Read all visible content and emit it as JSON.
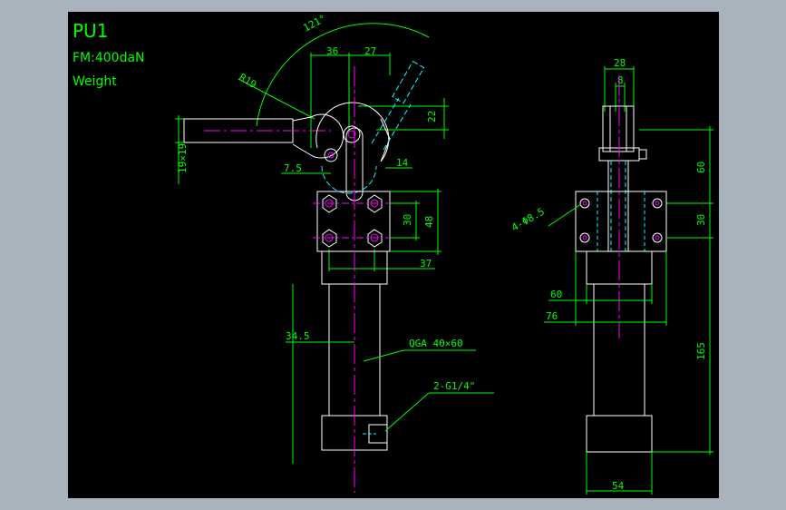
{
  "drawing": {
    "title": "PU1",
    "force_label": "FM:400daN",
    "weight_label": "Weight"
  },
  "front_view": {
    "dims": {
      "angle": "121°",
      "d36": "36",
      "d27": "27",
      "r19": "R19",
      "d22": "22",
      "handle": "19×19",
      "d7_5": "7.5",
      "d14": "14",
      "d30": "30",
      "d48": "48",
      "d37": "37",
      "d34_5": "34.5"
    },
    "callouts": {
      "cylinder": "QGA 40×60",
      "port": "2-G1/4\""
    }
  },
  "side_view": {
    "dims": {
      "d28": "28",
      "d8": "8",
      "d60_top": "60",
      "holes": "4-Φ8.5",
      "d30": "30",
      "d60": "60",
      "d76": "76",
      "d165": "165",
      "d54": "54"
    }
  },
  "colors": {
    "background": "#000000",
    "frame": "#a9b3bd",
    "dimension": "#00ff00",
    "outline": "#ffffff",
    "centerline": "#ff00ff",
    "phantom": "#00ffff"
  }
}
